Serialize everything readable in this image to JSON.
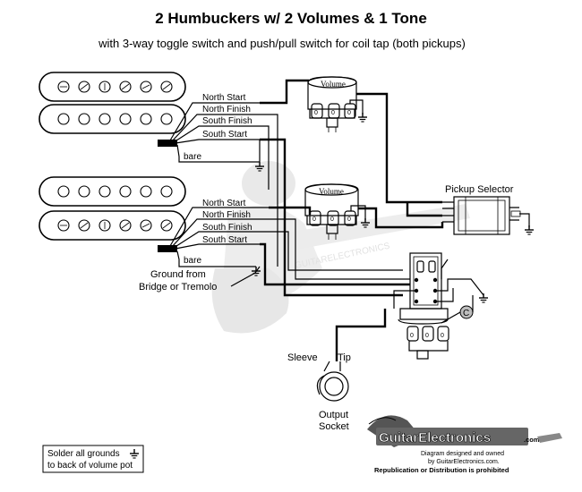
{
  "title": "2 Humbuckers w/ 2 Volumes & 1 Tone",
  "subtitle": "with 3-way toggle switch and push/pull switch for coil tap (both pickups)",
  "pickup1": {
    "wires": [
      "North Start",
      "North Finish",
      "South Finish",
      "South Start"
    ],
    "bare": "bare"
  },
  "pickup2": {
    "wires": [
      "North Start",
      "North Finish",
      "South Finish",
      "South Start"
    ],
    "bare": "bare"
  },
  "pots": {
    "volume1": "Volume",
    "volume2": "Volume"
  },
  "selector": {
    "label": "Pickup Selector"
  },
  "capacitor": {
    "label": "C"
  },
  "ground_from": [
    "Ground from",
    "Bridge or Tremolo"
  ],
  "jack": {
    "sleeve": "Sleeve",
    "tip": "Tip",
    "label": [
      "Output",
      "Socket"
    ]
  },
  "note": [
    "Solder all grounds",
    "to back of volume pot"
  ],
  "brand": {
    "name": "GuitarElectronics",
    "suffix": ".com",
    "line1": "Diagram designed and owned",
    "line2": "by GuitarElectronics.com.",
    "line3": "Republication or Distribution is prohibited"
  },
  "colors": {
    "ink": "#000000",
    "paper": "#ffffff",
    "watermark": "#d8d8d8"
  },
  "icons": [
    "ground-symbol",
    "humbucker-pickup",
    "potentiometer",
    "capacitor",
    "output-jack"
  ]
}
